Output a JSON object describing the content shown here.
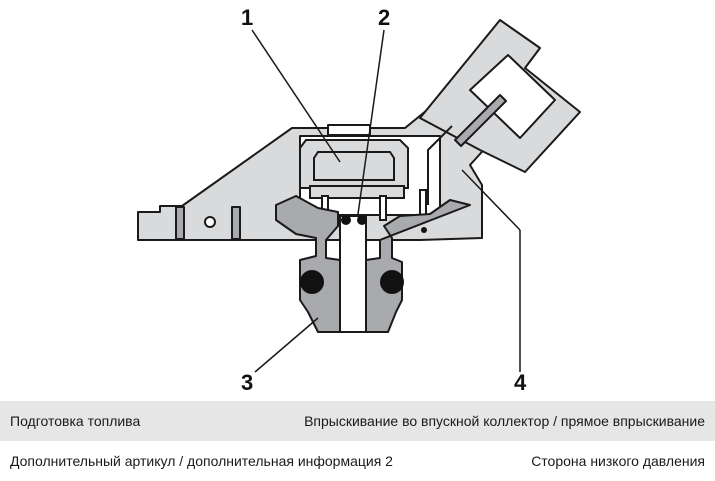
{
  "diagram": {
    "callouts": [
      "1",
      "2",
      "3",
      "4"
    ],
    "colors": {
      "housing": "#d9dadc",
      "metal": "#a9aaad",
      "outline": "#1a1a1a",
      "seal": "#111111"
    }
  },
  "info_table": {
    "row1": {
      "left": "Подготовка топлива",
      "right": "Впрыскивание во впускной коллектор / прямое впрыскивание"
    },
    "row2": {
      "left": "Дополнительный артикул / дополнительная информация 2",
      "right": "Сторона низкого давления"
    }
  }
}
